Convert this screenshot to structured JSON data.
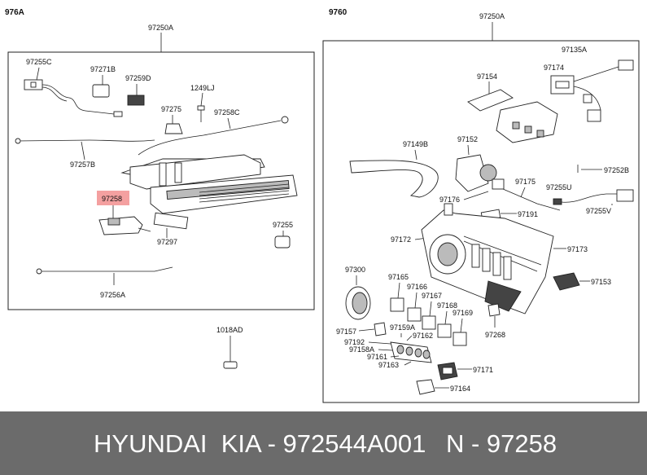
{
  "sections": {
    "left": "976A",
    "right": "9760"
  },
  "labels": {
    "l_97250A": "97250A",
    "l_97255C": "97255C",
    "l_97271B": "97271B",
    "l_97259D": "97259D",
    "l_1249LJ": "1249LJ",
    "l_97275": "97275",
    "l_97258C": "97258C",
    "l_97257B": "97257B",
    "l_97258": "97258",
    "l_97297": "97297",
    "l_97255": "97255",
    "l_97256A": "97256A",
    "l_1018AD": "1018AD",
    "r_97250A": "97250A",
    "r_97135A": "97135A",
    "r_97174": "97174",
    "r_97154": "97154",
    "r_97149B": "97149B",
    "r_97152": "97152",
    "r_97252B": "97252B",
    "r_97175": "97175",
    "r_97255U": "97255U",
    "r_97176": "97176",
    "r_97191": "97191",
    "r_97255V": "97255V",
    "r_97172": "97172",
    "r_97173": "97173",
    "r_97300": "97300",
    "r_97165": "97165",
    "r_97166": "97166",
    "r_97167": "97167",
    "r_97153": "97153",
    "r_97168": "97168",
    "r_97169": "97169",
    "r_97157": "97157",
    "r_97159A": "97159A",
    "r_97162": "97162",
    "r_97268": "97268",
    "r_97192": "97192",
    "r_97158A": "97158A",
    "r_97161": "97161",
    "r_97163": "97163",
    "r_97171": "97171",
    "r_97164": "97164"
  },
  "highlight_color": "#f4a0a0",
  "banner": {
    "brand_part": "HYUNDAI  KIA - 972544A001",
    "ref_part": "N - 97258"
  }
}
